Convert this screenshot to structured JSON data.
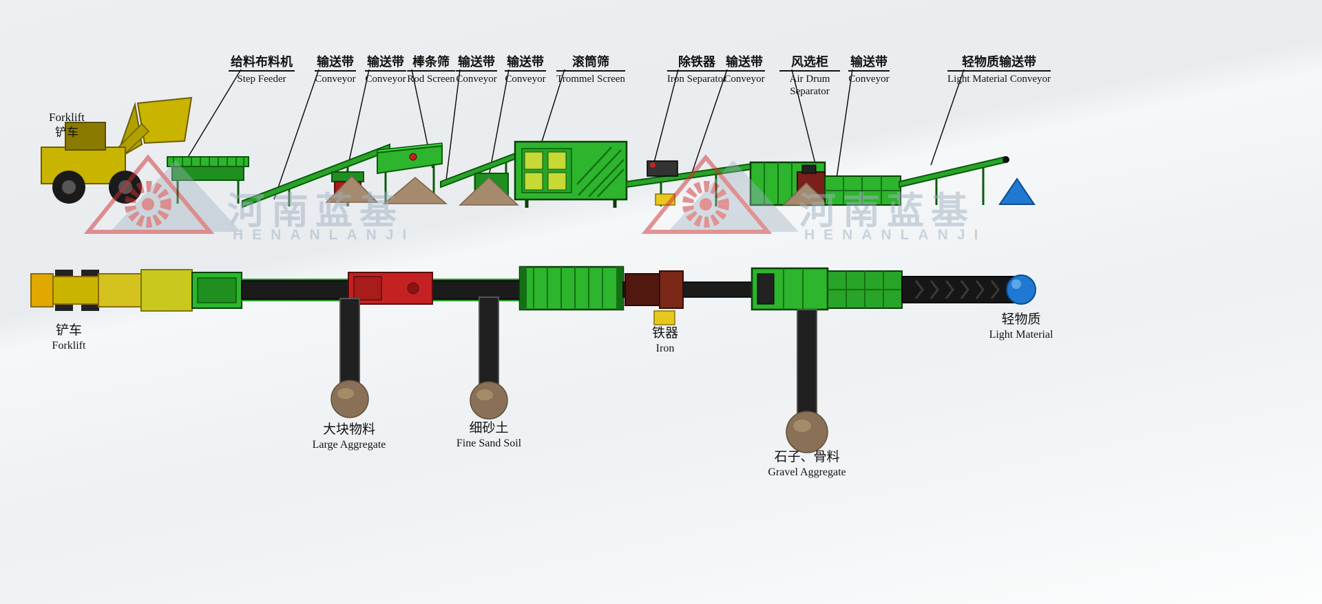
{
  "watermark": {
    "cn": "河南蓝基",
    "en": "HENANLANJI"
  },
  "forklift_top": {
    "en": "Forklift",
    "cn": "铲车"
  },
  "top_labels": [
    {
      "cn": "给料布料机",
      "en": "Step Feeder"
    },
    {
      "cn": "输送带",
      "en": "Conveyor"
    },
    {
      "cn": "输送带",
      "en": "Conveyor"
    },
    {
      "cn": "棒条筛",
      "en": "Rod Screen"
    },
    {
      "cn": "输送带",
      "en": "Conveyor"
    },
    {
      "cn": "输送带",
      "en": "Conveyor"
    },
    {
      "cn": "滚筒筛",
      "en": "Trommel Screen"
    },
    {
      "cn": "除铁器",
      "en": "Iron Separator"
    },
    {
      "cn": "输送带",
      "en": "Conveyor"
    },
    {
      "cn": "风选柜",
      "en": "Air Drum Separator"
    },
    {
      "cn": "输送带",
      "en": "Conveyor"
    },
    {
      "cn": "轻物质输送带",
      "en": "Light Material Conveyor"
    }
  ],
  "bottom_labels": {
    "forklift": {
      "cn": "铲车",
      "en": "Forklift"
    },
    "large_aggregate": {
      "cn": "大块物料",
      "en": "Large Aggregate"
    },
    "fine_sand": {
      "cn": "细砂土",
      "en": "Fine Sand Soil"
    },
    "iron": {
      "cn": "铁器",
      "en": "Iron"
    },
    "gravel": {
      "cn": "石子、骨料",
      "en": "Gravel Aggregate"
    },
    "light_material": {
      "cn": "轻物质",
      "en": "Light Material"
    }
  },
  "colors": {
    "machine_green": "#2db52d",
    "dark_green": "#157015",
    "belt_black": "#1b1b1b",
    "forklift_yellow": "#c9b400",
    "pile_brown": "#8a7056",
    "alert_red": "#c42222",
    "light_material_blue": "#1f78d1",
    "watermark_gray": "#9fb2c2",
    "logo_red": "#d03030"
  }
}
